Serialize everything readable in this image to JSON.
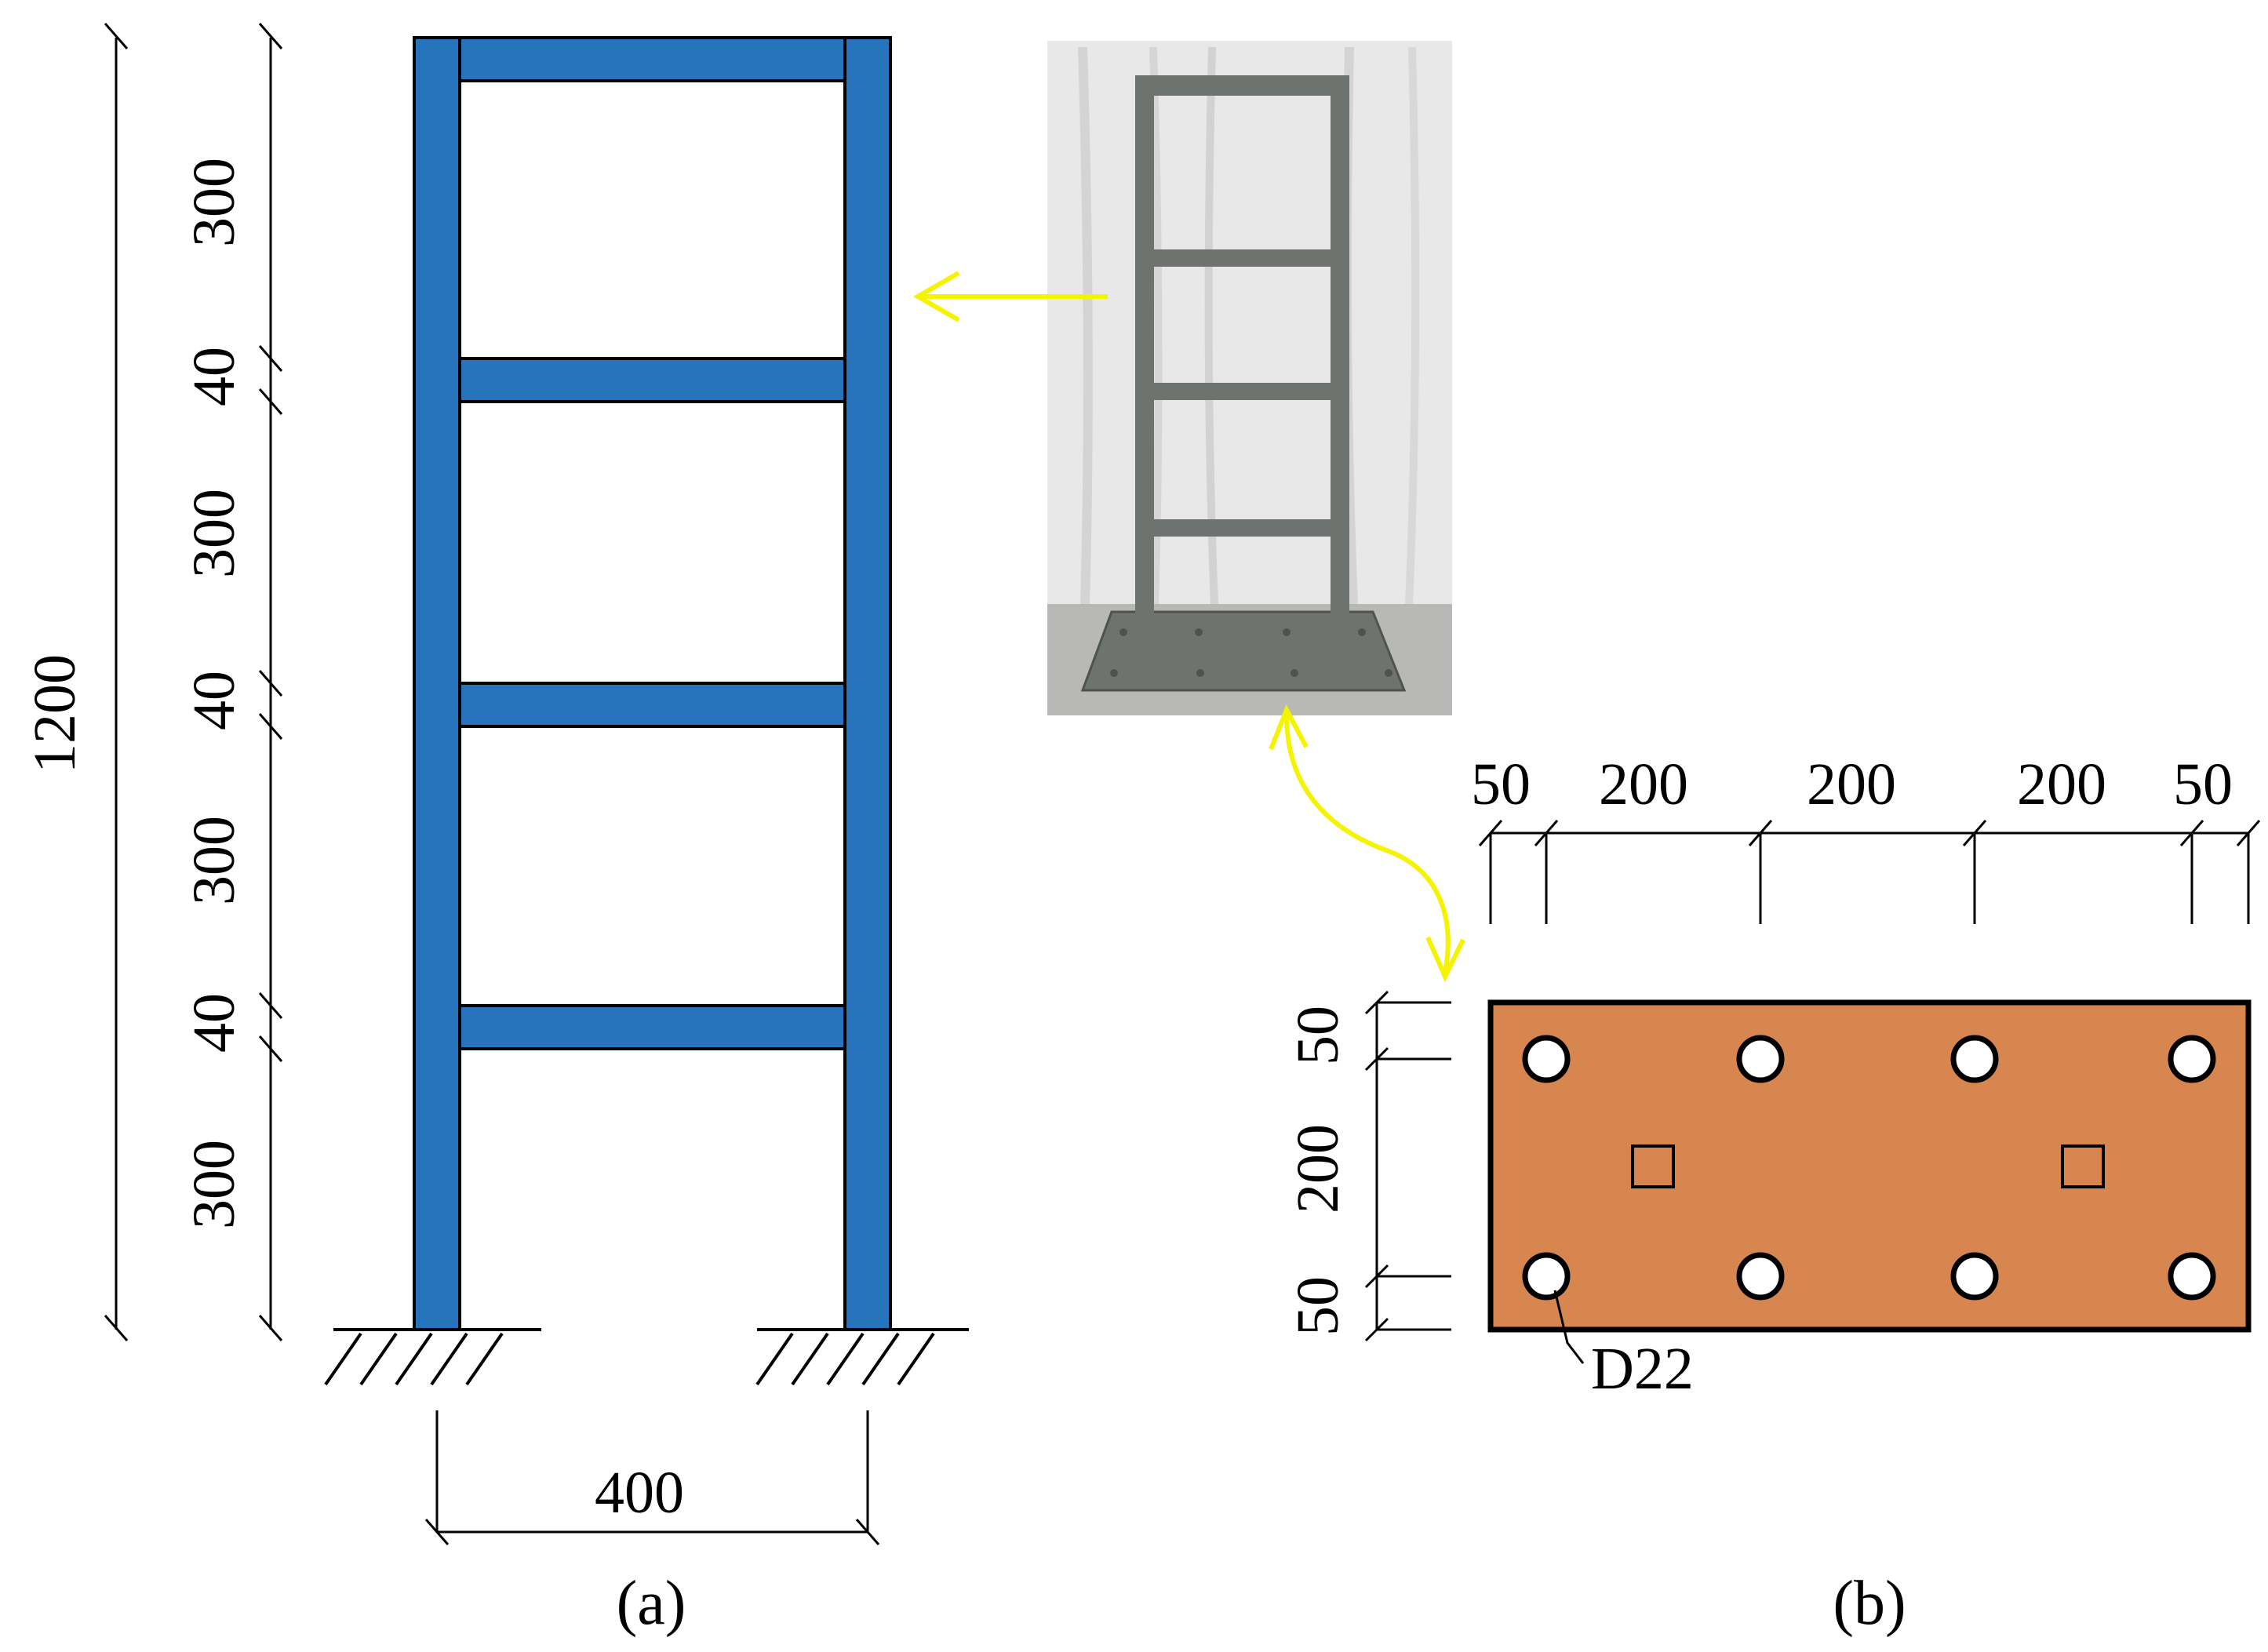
{
  "colors": {
    "frame_fill": "#2874BC",
    "plate_fill": "#D88650",
    "arrow": "#F4F400",
    "line": "#000000",
    "photo_curtain": "#E8E8E8",
    "photo_floor": "#B8B8B6",
    "photo_steel": "#6E7370"
  },
  "frame_dims": {
    "total_height": "1200",
    "story_heights": [
      "300",
      "300",
      "300",
      "300"
    ],
    "beam_depths": [
      "40",
      "40",
      "40"
    ],
    "bay_width": "400"
  },
  "plate_dims": {
    "horizontal": [
      "50",
      "200",
      "200",
      "200",
      "50"
    ],
    "vertical": [
      "50",
      "200",
      "50"
    ],
    "bolt_label": "D22"
  },
  "captions": {
    "a": "(a)",
    "b": "(b)"
  },
  "icons": {
    "fixed_support": "hatched-ground-icon",
    "bolt_hole": "circle-icon",
    "column_stub": "square-icon"
  }
}
